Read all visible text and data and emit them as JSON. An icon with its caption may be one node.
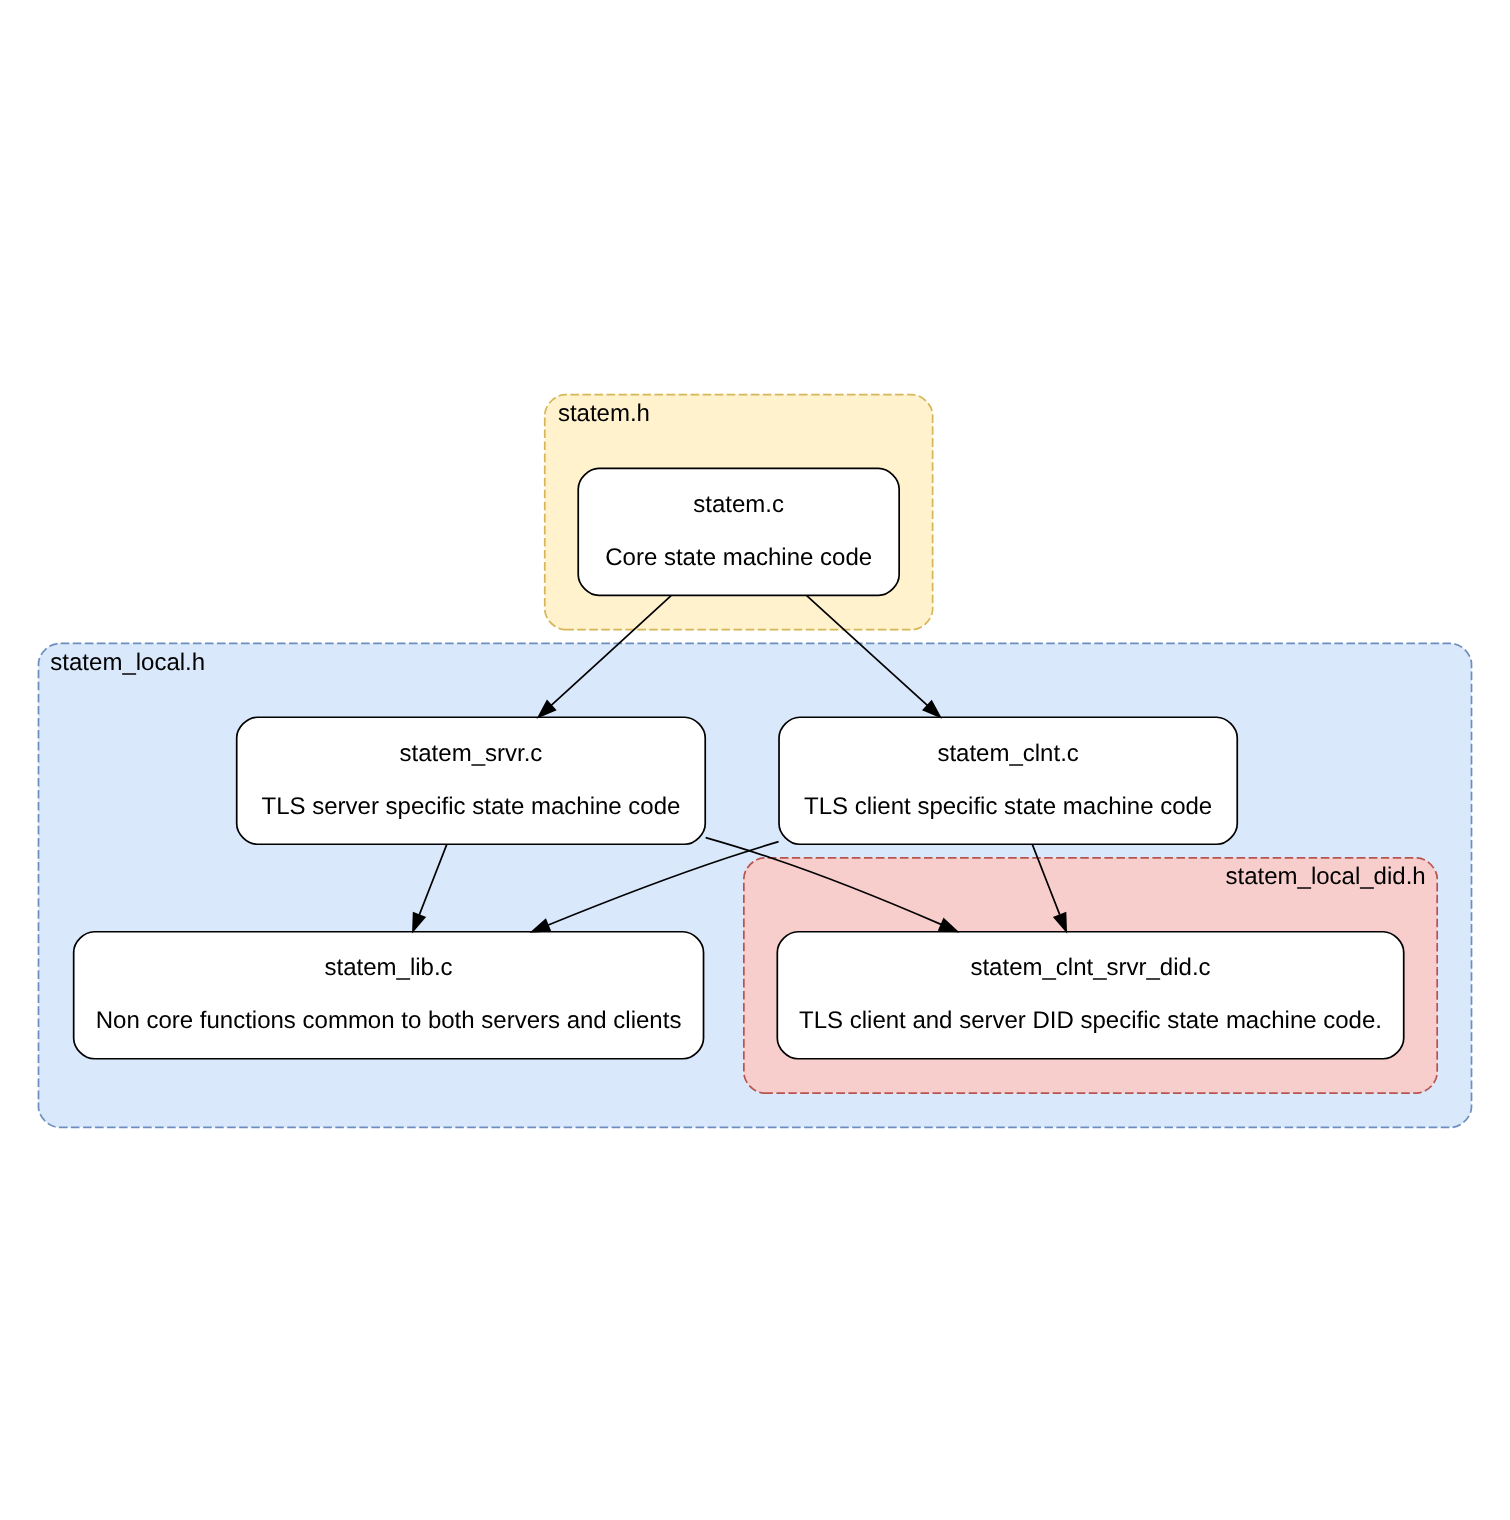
{
  "diagram": {
    "nodes": [
      {
        "text": [
          "statem.h"
        ]
      },
      {
        "text": [
          "statem.c",
          "Core state machine code"
        ],
        "in": 0
      },
      {
        "text": [
          "statem_local.h"
        ]
      },
      {
        "text": [
          "statem_clnt.c",
          "TLS client specific state machine code"
        ],
        "in": 2
      },
      {
        "text": [
          "statem_srvr.c",
          "TLS server specific state machine code"
        ],
        "in": 2
      },
      {
        "text": [
          "statem_lib.c",
          "Non core functions common to both servers and clients"
        ],
        "in": 2
      },
      {
        "text": [
          "statem_local_did.h"
        ],
        "in": 2
      },
      {
        "text": [
          "statem_clnt_srvr_did.c",
          "TLS client and server DID specific state machine code."
        ],
        "in": 6
      }
    ],
    "edges": [
      {
        "from": 1,
        "to": 3,
        "arrow": "to"
      },
      {
        "from": 1,
        "to": 4,
        "arrow": "to"
      },
      {
        "from": 3,
        "to": 5,
        "arrow": "to"
      },
      {
        "from": 3,
        "to": 7,
        "arrow": "to"
      },
      {
        "from": 4,
        "to": 5,
        "arrow": "to"
      },
      {
        "from": 4,
        "to": 7,
        "arrow": "to"
      }
    ]
  }
}
